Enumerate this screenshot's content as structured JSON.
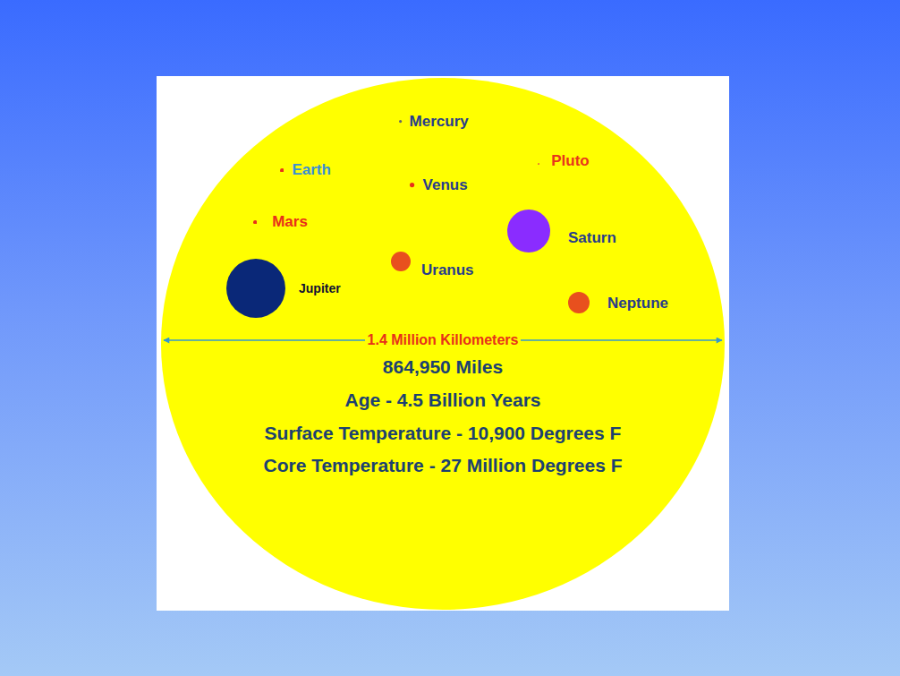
{
  "diagram": {
    "nodes": [
      {
        "text": [
          "864,950 Miles",
          "Age - 4.5 Billion Years",
          "Surface Temperature - 10,900 Degrees F",
          "Core Temperature - 27 Million Degrees F"
        ]
      },
      {
        "text": [
          "Mercury"
        ],
        "in": 0
      },
      {
        "text": [
          "Pluto"
        ],
        "in": 0
      },
      {
        "text": [
          "Earth"
        ],
        "in": 0
      },
      {
        "text": [
          "Venus"
        ],
        "in": 0
      },
      {
        "text": [
          "Mars"
        ],
        "in": 0
      },
      {
        "text": [
          "Saturn"
        ],
        "in": 0
      },
      {
        "text": [
          "Uranus"
        ],
        "in": 0
      },
      {
        "text": [
          "Jupiter"
        ],
        "in": 0
      },
      {
        "text": [
          "Neptune"
        ],
        "in": 0
      }
    ],
    "labels": [
      "1.4 Million Killometers"
    ]
  }
}
